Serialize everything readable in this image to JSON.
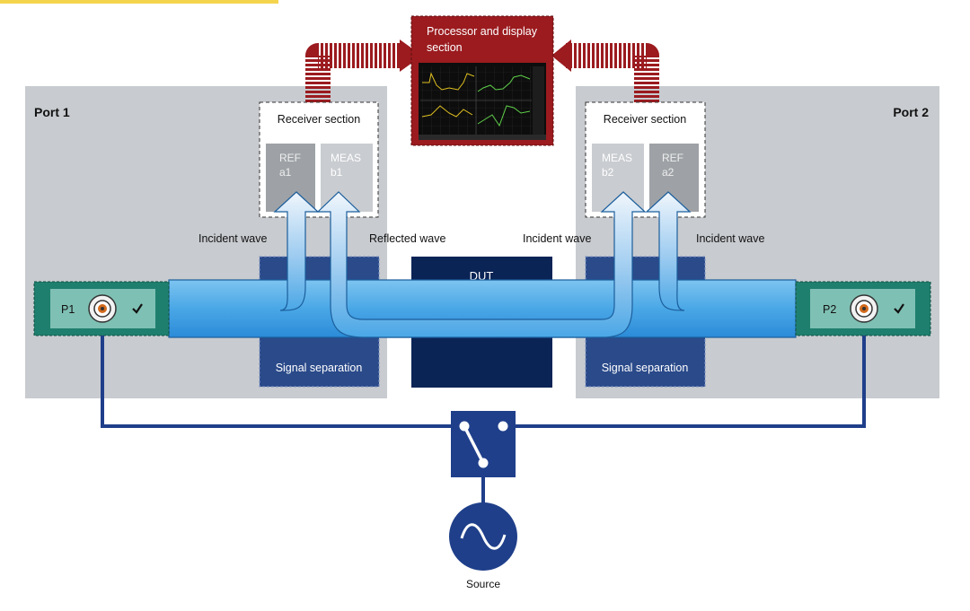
{
  "diagram": {
    "processor_title_line1": "Processor and display",
    "processor_title_line2": "section",
    "port_left": "Port 1",
    "port_right": "Port 2",
    "receiver_left_title": "Receiver section",
    "receiver_right_title": "Receiver section",
    "ref_a1_name": "REF",
    "ref_a1_sub": "a1",
    "meas_b1_name": "MEAS",
    "meas_b1_sub": "b1",
    "meas_b2_name": "MEAS",
    "meas_b2_sub": "b2",
    "ref_a2_name": "REF",
    "ref_a2_sub": "a2",
    "incident_wave_left": "Incident wave",
    "reflected_wave": "Reflected wave",
    "incident_wave_center": "Incident wave",
    "incident_wave_right": "Incident wave",
    "dut_label": "DUT",
    "signal_sep_left": "Signal separation",
    "signal_sep_right": "Signal separation",
    "p1_label": "P1",
    "p2_label": "P2",
    "source_label": "Source"
  },
  "colors": {
    "port_panel": "#c8cbcf",
    "processor_red": "#9b1b1f",
    "navy": "#0b2456",
    "signal_sep": "#2a4a8a",
    "connector_teal": "#1f7f6e",
    "connector_inner": "#7fc0b4",
    "wire_blue": "#1f3f8a",
    "tube_light": "#cfe4f6",
    "tube_dark": "#2a8ee0",
    "receiver_gray_dark": "#9ea2a6",
    "receiver_gray_light": "#c9ccd0"
  },
  "icons": [
    "check-icon",
    "coaxial-connector-icon",
    "switch-icon",
    "sine-wave-icon",
    "arrow-up-icon"
  ]
}
